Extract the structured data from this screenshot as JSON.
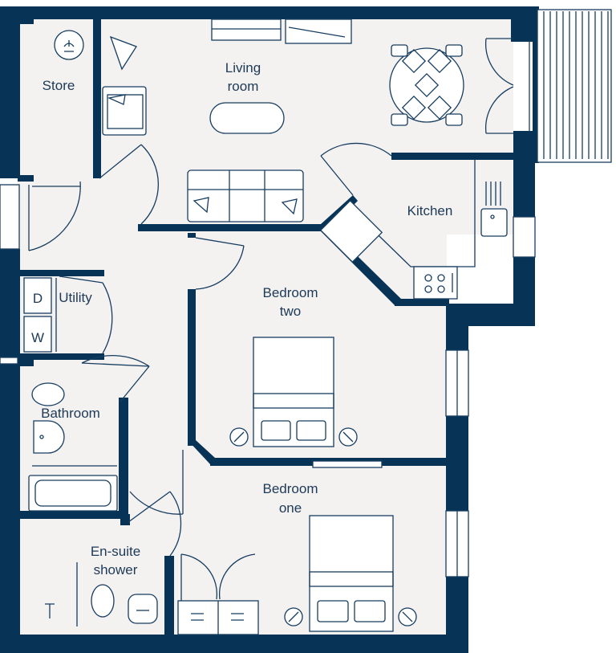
{
  "plan": {
    "rooms": [
      {
        "id": "store",
        "lines": [
          "Store"
        ]
      },
      {
        "id": "living-room",
        "lines": [
          "Living",
          "room"
        ]
      },
      {
        "id": "kitchen",
        "lines": [
          "Kitchen"
        ]
      },
      {
        "id": "utility",
        "lines": [
          "Utility"
        ]
      },
      {
        "id": "bedroom-two",
        "lines": [
          "Bedroom",
          "two"
        ]
      },
      {
        "id": "bathroom",
        "lines": [
          "Bathroom"
        ]
      },
      {
        "id": "bedroom-one",
        "lines": [
          "Bedroom",
          "one"
        ]
      },
      {
        "id": "en-suite-shower",
        "lines": [
          "En-suite",
          "shower"
        ]
      }
    ],
    "appliance_labels": {
      "dishwasher": "D",
      "washer": "W"
    }
  },
  "colors": {
    "wall": "#073456",
    "floor": "#f4f1f1",
    "line": "#163d60",
    "text": "#1d3a56"
  }
}
